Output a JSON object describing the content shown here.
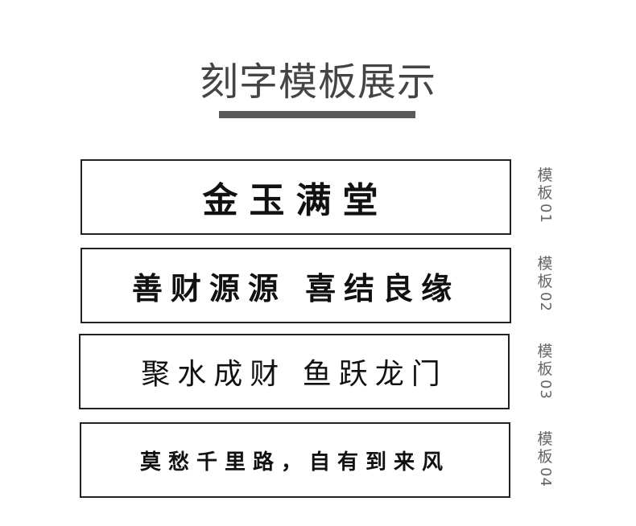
{
  "page_title": "刻字模板展示",
  "templates": [
    {
      "text": "金玉满堂",
      "label_chars": "模板",
      "label_num": "01"
    },
    {
      "text": "善财源源 喜结良缘",
      "label_chars": "模板",
      "label_num": "02"
    },
    {
      "text": "聚水成财 鱼跃龙门",
      "label_chars": "模板",
      "label_num": "03"
    },
    {
      "text": "莫愁千里路，自有到来风",
      "label_chars": "模板",
      "label_num": "04"
    }
  ],
  "colors": {
    "title": "#444444",
    "underline": "#5a5a5a",
    "border": "#222222",
    "label": "#666666"
  }
}
